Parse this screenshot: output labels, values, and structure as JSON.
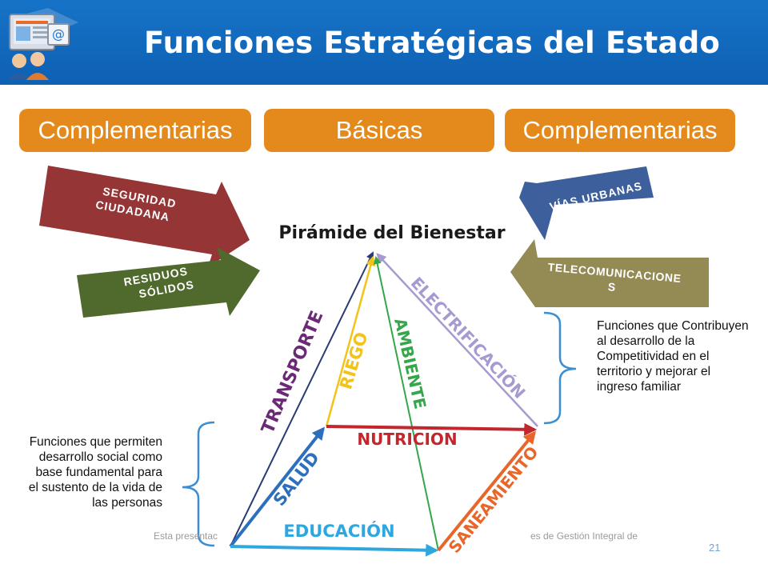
{
  "header": {
    "title": "Funciones Estratégicas del Estado"
  },
  "categories": {
    "left": "Complementarias",
    "center": "Básicas",
    "right": "Complementarias"
  },
  "arrows": {
    "seguridad": [
      "SEGURIDAD",
      "CIUDADANA"
    ],
    "residuos": [
      "RESIDUOS",
      "SÓLIDOS"
    ],
    "vias": "VÍAS URBANAS",
    "telecom": [
      "TELECOMUNICACIONE",
      "S"
    ]
  },
  "pyramid": {
    "title": "Pirámide del Bienestar",
    "labels": {
      "transporte": "TRANSPORTE",
      "riego": "RIEGO",
      "ambiente": "AMBIENTE",
      "electrificacion": "ELECTRIFICACIÓN",
      "nutricion": "NUTRICION",
      "salud": "SALUD",
      "educacion": "EDUCACIÓN",
      "saneamiento": "SANEAMIENTO"
    }
  },
  "notes": {
    "right": "Funciones que Contribuyen al desarrollo de la Competitividad en el territorio y mejorar el ingreso familiar",
    "left": "Funciones que permiten desarrollo social como base fundamental para el sustento de la vida de las personas"
  },
  "footer": {
    "text_left": "Esta presentac",
    "text_right": "es de Gestión Integral de",
    "page_number": "21"
  },
  "colors": {
    "header": "#1267bb",
    "category": "#e48a1c",
    "seguridad": "#953535",
    "residuos": "#4f6a2c",
    "vias": "#3d5f9b",
    "telecom": "#948a54"
  }
}
